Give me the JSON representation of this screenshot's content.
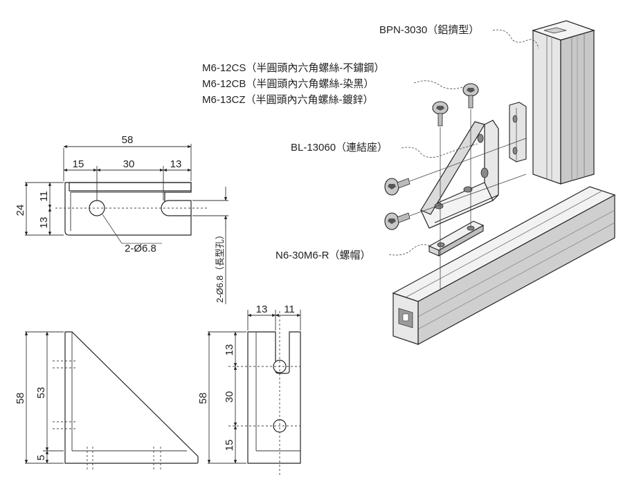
{
  "labels": {
    "profile": "BPN-3030（鋁擠型）",
    "screw_cs": "M6-12CS（半圓頭內六角螺絲-不鏽鋼）",
    "screw_cb": "M6-12CB（半圓頭內六角螺絲-染黑）",
    "screw_cz": "M6-13CZ（半圓頭內六角螺絲-鍍鋅）",
    "bracket": "BL-13060（連結座）",
    "nut": "N6-30M6-R（螺帽）"
  },
  "top_view": {
    "overall": "58",
    "seg_left": "15",
    "seg_mid": "30",
    "seg_right": "13",
    "height": "24",
    "upper": "11",
    "lower": "13",
    "hole_note": "2-Ø6.8",
    "slot_note": "2-Ø6.8（長型孔）"
  },
  "side_view": {
    "height": "58",
    "inner": "53",
    "base": "5"
  },
  "front_view": {
    "w_left": "13",
    "w_right": "11",
    "height": "58",
    "top": "13",
    "mid": "30",
    "bottom": "15"
  },
  "colors": {
    "line": "#222222",
    "metal_light": "#f4f4f4",
    "metal_mid": "#d0d0d0",
    "metal_dark": "#8a8a8a"
  }
}
